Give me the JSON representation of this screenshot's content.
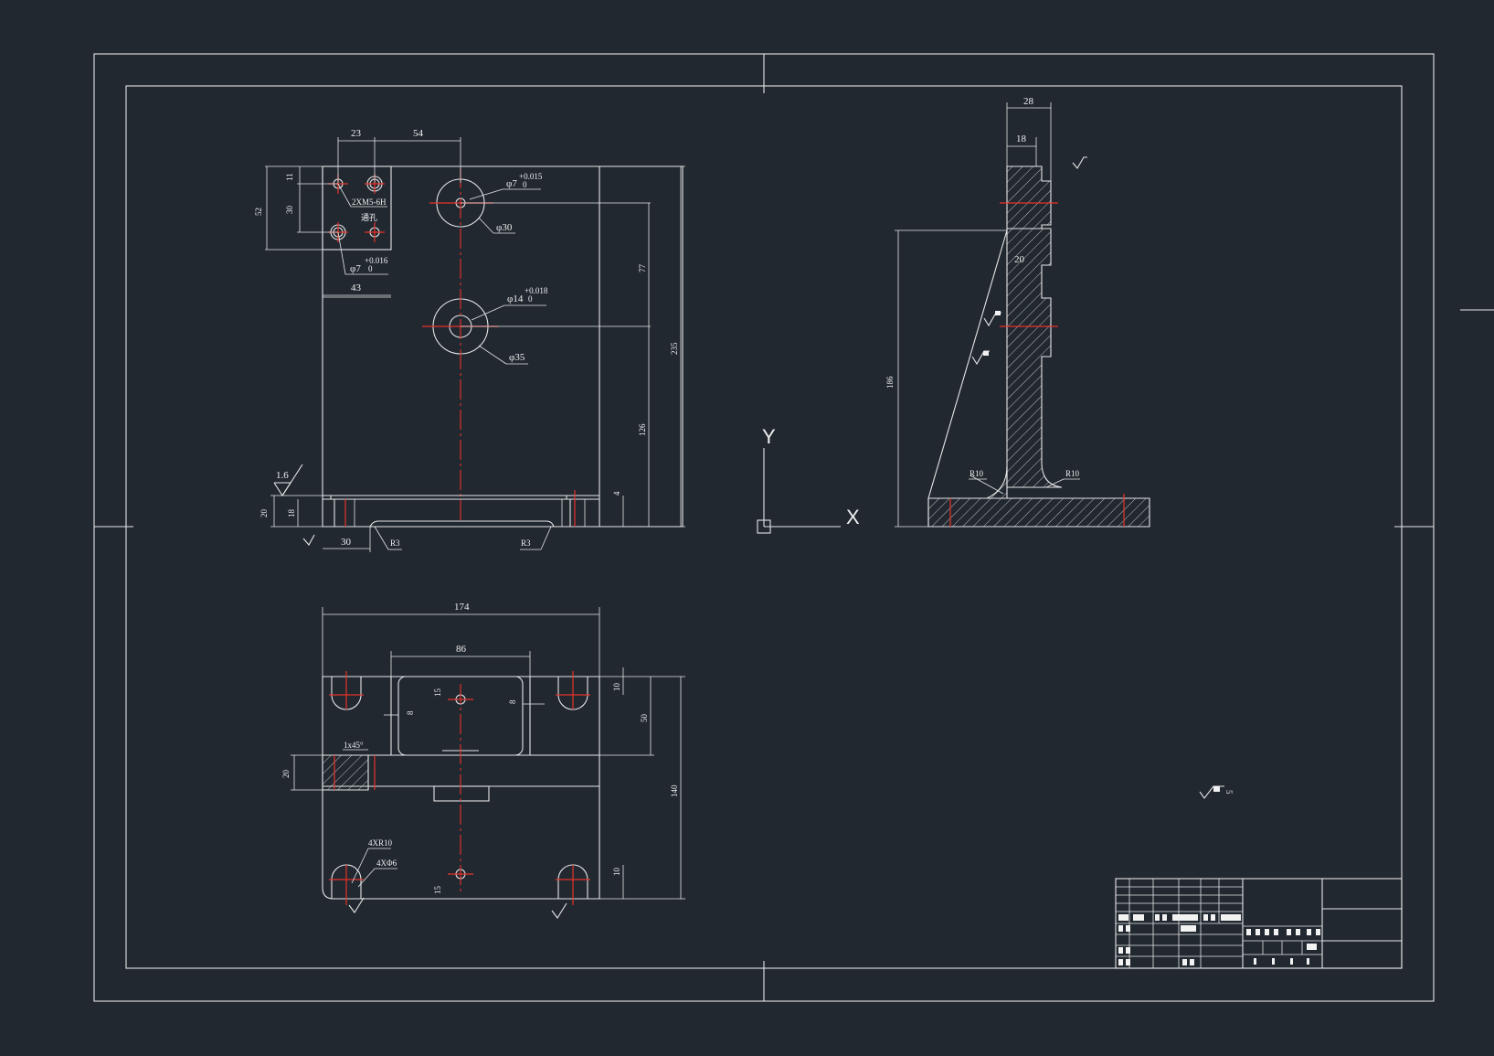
{
  "theme": {
    "background": "#212830",
    "line": "#e6e6e6",
    "centerline": "#e8322a"
  },
  "ucs": {
    "y_label": "Y",
    "x_label": "X"
  },
  "front_view": {
    "dims": [
      "23",
      "54",
      "11",
      "30",
      "52",
      "43",
      "77",
      "126",
      "235",
      "4",
      "20",
      "18",
      "30"
    ],
    "bolt_note": "2XM5-6H",
    "through_note": "通孔",
    "hole_small": "φ7",
    "hole_small_tol": "+0.015",
    "hole_small_tol_low": "0",
    "hole_small2": "φ7",
    "hole_small2_tol": "+0.016",
    "hole_small2_tol_low": "0",
    "hole_large": "φ14",
    "hole_large_tol": "+0.018",
    "hole_large_tol_low": "0",
    "circle_30": "φ30",
    "circle_35": "φ35",
    "radius_a": "R3",
    "radius_b": "R3",
    "roughness": "1.6"
  },
  "side_view": {
    "dims": [
      "28",
      "18",
      "20",
      "186"
    ],
    "radius_left": "R10",
    "radius_right": "R10"
  },
  "top_view": {
    "dims": [
      "174",
      "86",
      "15",
      "8",
      "8",
      "10",
      "50",
      "20",
      "140",
      "10",
      "15"
    ],
    "chamfer": "1x45°",
    "radius_note": "4XR10",
    "hole_note": "4XΦ6"
  },
  "roughness_general": "5"
}
